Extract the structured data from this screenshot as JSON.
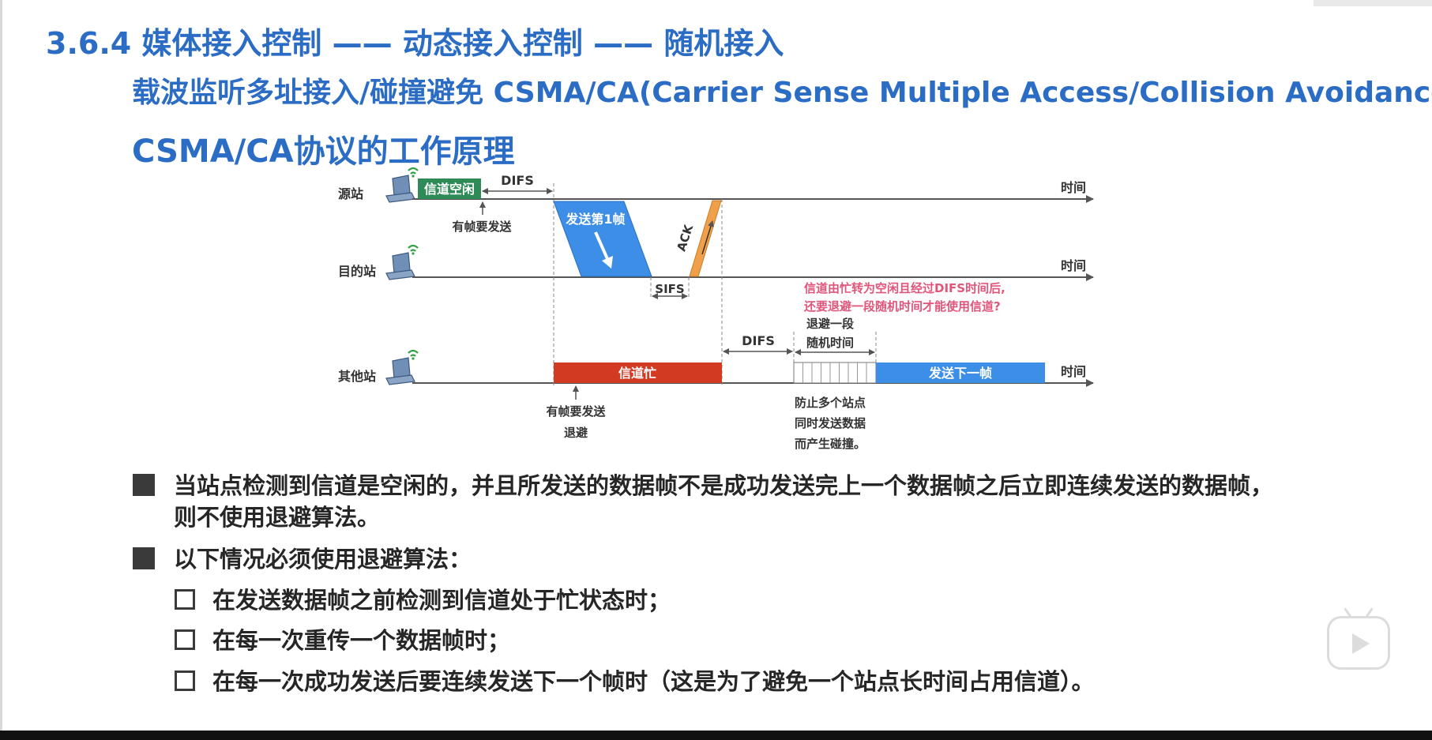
{
  "titles": {
    "line1": "3.6.4 媒体接入控制 —— 动态接入控制 —— 随机接入",
    "line2": "载波监听多址接入/碰撞避免 CSMA/CA(Carrier Sense Multiple Access/Collision Avoidance)",
    "line3": "CSMA/CA协议的工作原理"
  },
  "diagram": {
    "stations": {
      "source": "源站",
      "dest": "目的站",
      "other": "其他站"
    },
    "time_label": "时间",
    "channel_idle": "信道空闲",
    "difs": "DIFS",
    "difs2": "DIFS",
    "sifs": "SIFS",
    "has_frame_to_send": "有帧要发送",
    "send_first_frame": "发送第1帧",
    "ack": "ACK",
    "channel_busy": "信道忙",
    "has_frame_to_send_other": "有帧要发送",
    "backoff": "退避",
    "backoff_random_line1": "退避一段",
    "backoff_random_line2": "随机时间",
    "send_next_frame": "发送下一帧",
    "question_line1": "信道由忙转为空闲且经过DIFS时间后,",
    "question_line2": "还要退避一段随机时间才能使用信道?",
    "prevent_line1": "防止多个站点",
    "prevent_line2": "同时发送数据",
    "prevent_line3": "而产生碰撞。",
    "colors": {
      "idle_green": "#2e8b57",
      "frame_blue": "#3d8ee6",
      "ack_orange": "#f0a04b",
      "busy_red": "#d33a22",
      "question_pink": "#e0557a"
    }
  },
  "bullets": [
    {
      "text_line1": "当站点检测到信道是空闲的，并且所发送的数据帧不是成功发送完上一个数据帧之后立即连续发送的数据帧，",
      "text_line2": "则不使用退避算法。"
    },
    {
      "text_line1": "以下情况必须使用退避算法："
    }
  ],
  "sub_bullets": [
    "在发送数据帧之前检测到信道处于忙状态时；",
    "在每一次重传一个数据帧时；",
    "在每一次成功发送后要连续发送下一个帧时（这是为了避免一个站点长时间占用信道）。"
  ]
}
